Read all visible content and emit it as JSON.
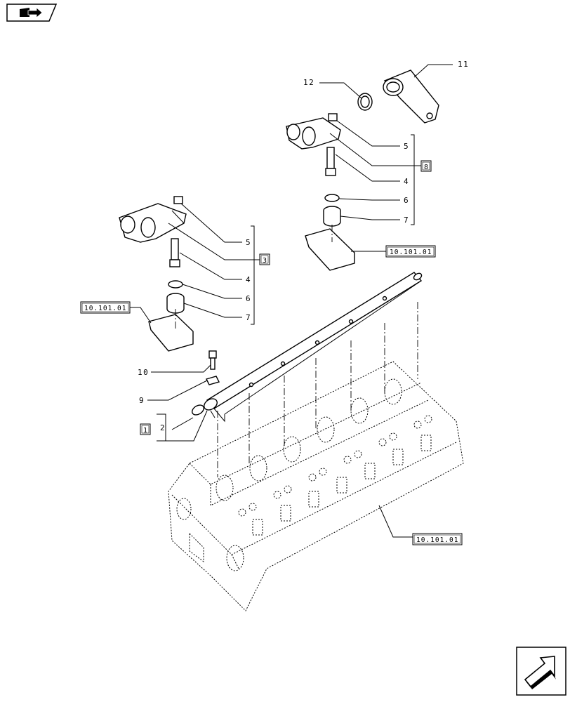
{
  "callouts": {
    "c11": "11",
    "c12": "12",
    "c5a": "5",
    "c4a": "4",
    "c6a": "6",
    "c7a": "7",
    "c5b": "5",
    "c4b": "4",
    "c6b": "6",
    "c7b": "7",
    "c10": "10",
    "c9": "9",
    "c2": "2"
  },
  "groups": {
    "g8": "8",
    "g3": "3",
    "g1": "1"
  },
  "references": {
    "ref_a": "10.101.01",
    "ref_b": "10.101.01",
    "ref_c": "10.101.01"
  },
  "nav": {
    "top_icon": "book-arrow-icon",
    "bottom_icon": "next-page-arrow-icon"
  }
}
